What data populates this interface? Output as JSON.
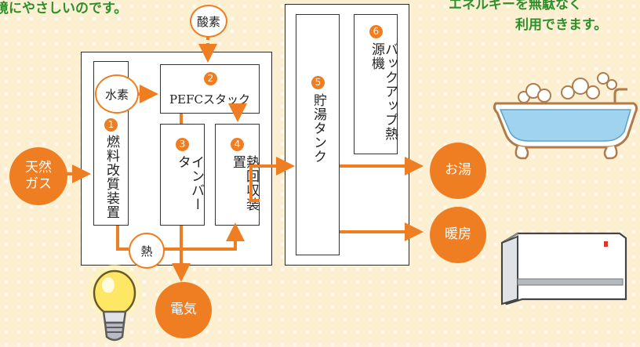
{
  "captions": {
    "left": "境にやさしいのです。",
    "right_line1": "エネルギーを無駄なく",
    "right_line2": "利用できます。"
  },
  "components": {
    "oxygen": "酸素",
    "hydrogen": "水素",
    "natural_gas": "天然\nガス",
    "reformer": {
      "number": "1",
      "label": "燃料改質装置"
    },
    "stack": {
      "number": "2",
      "label": "PEFCスタック"
    },
    "inverter": {
      "number": "3",
      "label": "インバータ"
    },
    "heat_recovery": {
      "number": "4",
      "label": "熱回収装置"
    },
    "tank": {
      "number": "5",
      "label": "貯湯タンク"
    },
    "backup": {
      "number": "6",
      "label": "バックアップ熱源機"
    },
    "heat": "熱"
  },
  "outputs": {
    "hot_water": "お湯",
    "heating": "暖房",
    "electricity": "電気"
  },
  "colors": {
    "accent_orange": "#ef7d22",
    "caption_green": "#2f8f2a",
    "background": "#fdf0d2"
  }
}
